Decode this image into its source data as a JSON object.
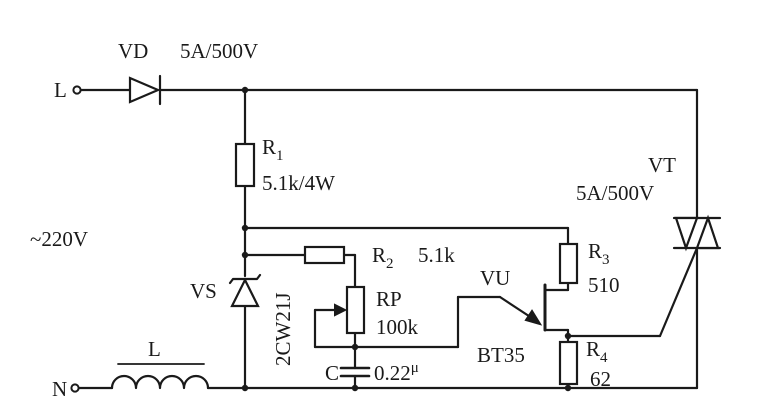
{
  "labels": {
    "vd": "VD",
    "vd_rating": "5A/500V",
    "L_term": "L",
    "N_term": "N",
    "mains": "~220V",
    "r1": "R",
    "r1_sub": "1",
    "r1_val": "5.1k/4W",
    "vt": "VT",
    "vt_rating": "5A/500V",
    "r2": "R",
    "r2_sub": "2",
    "r2_val": "5.1k",
    "vu": "VU",
    "r3": "R",
    "r3_sub": "3",
    "r3_val": "510",
    "vs": "VS",
    "vs_type": "2CW21J",
    "rp": "RP",
    "rp_val": "100k",
    "bt35": "BT35",
    "r4": "R",
    "r4_sub": "4",
    "r4_val": "62",
    "inductor": "L",
    "cap": "C",
    "cap_val": "0.22",
    "cap_unit": "μ"
  }
}
